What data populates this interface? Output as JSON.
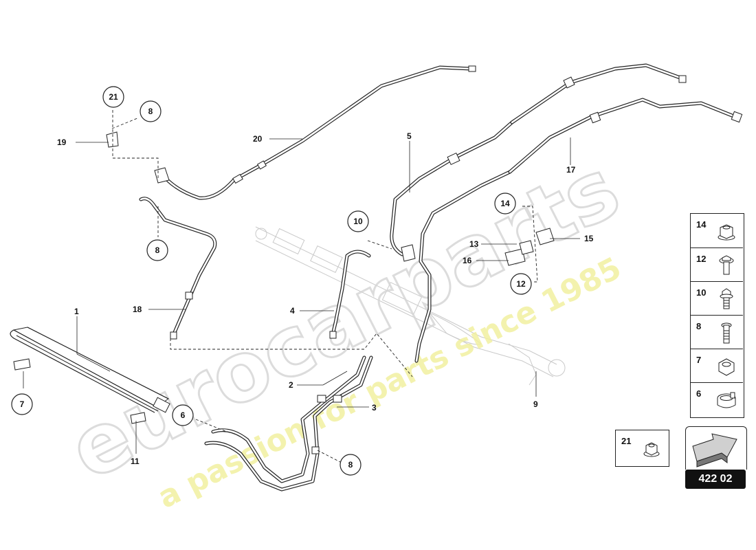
{
  "watermark": {
    "brand": "eurocarparts",
    "slogan": "a passion for parts since 1985"
  },
  "callouts": {
    "c1": "1",
    "c2": "2",
    "c3": "3",
    "c4": "4",
    "c5": "5",
    "c6": "6",
    "c7": "7",
    "c8a": "8",
    "c8b": "8",
    "c8c": "8",
    "c9": "9",
    "c10": "10",
    "c11": "11",
    "c12": "12",
    "c13": "13",
    "c14": "14",
    "c15": "15",
    "c16": "16",
    "c17": "17",
    "c18": "18",
    "c19": "19",
    "c20": "20",
    "c21": "21"
  },
  "legend": {
    "items": [
      {
        "number": "14",
        "icon": "flange-nut-icon"
      },
      {
        "number": "12",
        "icon": "flange-bolt-short-icon"
      },
      {
        "number": "10",
        "icon": "flange-bolt-icon"
      },
      {
        "number": "8",
        "icon": "bolt-icon"
      },
      {
        "number": "7",
        "icon": "hex-nut-icon"
      },
      {
        "number": "6",
        "icon": "hose-clamp-icon"
      }
    ],
    "extra": {
      "number": "21",
      "icon": "small-flange-nut-icon"
    }
  },
  "diagram_code": "422 02",
  "colors": {
    "line": "#222222",
    "watermark_gray": "#d6d6d6",
    "watermark_yellow": "#f2f0a0",
    "badge": "#111111"
  }
}
